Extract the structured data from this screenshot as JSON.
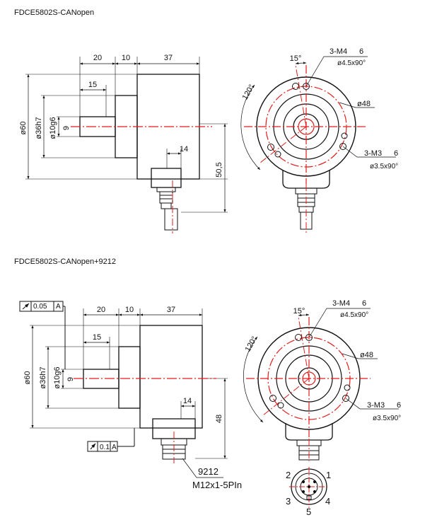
{
  "drawing1": {
    "title": "FDCE5802S-CANopen",
    "dims": {
      "d20": "20",
      "d10": "10",
      "d37": "37",
      "d15": "15",
      "d14": "14",
      "dia60": "ø60",
      "dia36": "ø36h7",
      "dia10": "ø10g6",
      "d9": "9",
      "d50": "50,5",
      "angle15": "15°",
      "angle120": "120°",
      "dia48": "ø48",
      "m4": "3-M4",
      "m4_depth": "6",
      "m4_cs": "ø4.5x90°",
      "m3": "3-M3",
      "m3_depth": "6",
      "m3_cs": "ø3.5x90°"
    }
  },
  "drawing2": {
    "title": "FDCE5802S-CANopen+9212",
    "tolerances": {
      "runout": "0.05",
      "runout_ref": "A",
      "runout2": "0.1",
      "runout2_ref": "A"
    },
    "dims": {
      "d20": "20",
      "d10": "10",
      "d37": "37",
      "d15": "15",
      "d14": "14",
      "dia60": "ø60",
      "dia36": "ø36h7",
      "dia10": "ø10g6",
      "d9": "9",
      "d48": "48",
      "angle15": "15°",
      "angle120": "120°",
      "dia48": "ø48",
      "m4": "3-M4",
      "m4_depth": "6",
      "m4_cs": "ø4.5x90°",
      "m3": "3-M3",
      "m3_depth": "6",
      "m3_cs": "ø3.5x90°"
    },
    "connector": {
      "code": "9212",
      "spec": "M12x1-5PIn",
      "pins": [
        "1",
        "2",
        "3",
        "4",
        "5"
      ]
    }
  }
}
